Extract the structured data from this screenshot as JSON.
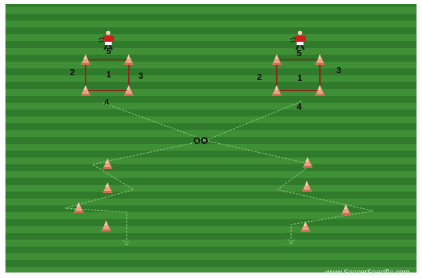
{
  "field": {
    "grass_dark": "#2f7a2b",
    "grass_light": "#3f8f36",
    "border": "#ffffff"
  },
  "drills": [
    {
      "grid_labels": {
        "center": "1",
        "left": "2",
        "right": "3",
        "bottom": "4",
        "top": "5"
      }
    },
    {
      "grid_labels": {
        "center": "1",
        "left": "2",
        "right": "3",
        "bottom": "4",
        "top": "5"
      }
    }
  ],
  "center_marker": "OO",
  "watermark": "www.SoccerSpecific.com",
  "colors": {
    "square_line": "#8a2a1a",
    "cone": "#f0a080",
    "cone_shadow": "#c8705a",
    "player_shirt": "#cc1f1f",
    "player_shorts": "#ffffff",
    "path_line": "#7fc27a",
    "label": "#101010"
  },
  "icons": {
    "cone": "cone-icon",
    "player": "player-icon",
    "arrow": "arrow-down-icon"
  }
}
